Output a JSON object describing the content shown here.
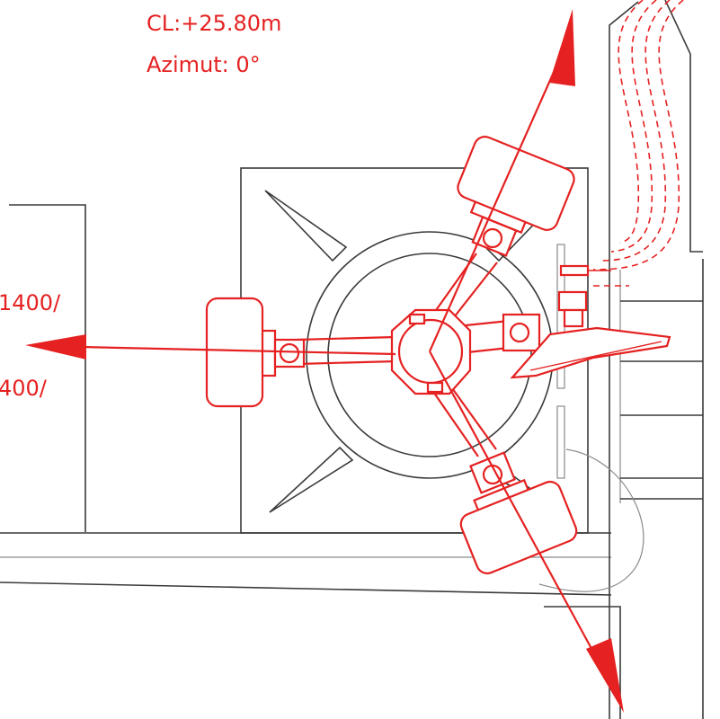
{
  "labels": {
    "cl": "CL:+25.80m",
    "azimut": "Azimut: 0°",
    "left_upper": "1400/",
    "left_lower": "400/"
  },
  "colors": {
    "annotation": "#e52121",
    "drawing": "#3a3a3a"
  }
}
